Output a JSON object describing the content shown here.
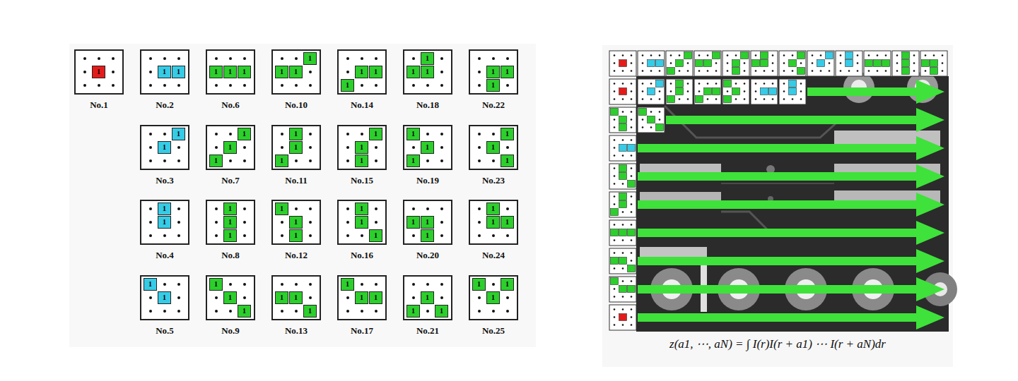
{
  "diagram": {
    "nodes": [
      {
        "text": [
          "1",
          "No.1"
        ]
      },
      {
        "text": [
          "1",
          "1",
          "No.2"
        ]
      },
      {
        "text": [
          "1",
          "1",
          "1",
          "No.6"
        ]
      },
      {
        "text": [
          "1",
          "1",
          "1",
          "No.10"
        ]
      },
      {
        "text": [
          "1",
          "1",
          "1",
          "No.14"
        ]
      },
      {
        "text": [
          "1",
          "1",
          "1",
          "No.18"
        ]
      },
      {
        "text": [
          "1",
          "1",
          "1",
          "No.22"
        ]
      },
      {
        "text": [
          "1",
          "1",
          "No.3"
        ]
      },
      {
        "text": [
          "1",
          "1",
          "1",
          "No.7"
        ]
      },
      {
        "text": [
          "1",
          "1",
          "1",
          "No.11"
        ]
      },
      {
        "text": [
          "1",
          "1",
          "1",
          "No.15"
        ]
      },
      {
        "text": [
          "1",
          "1",
          "1",
          "No.19"
        ]
      },
      {
        "text": [
          "1",
          "1",
          "1",
          "No.23"
        ]
      },
      {
        "text": [
          "1",
          "1",
          "No.4"
        ]
      },
      {
        "text": [
          "1",
          "1",
          "1",
          "No.8"
        ]
      },
      {
        "text": [
          "1",
          "1",
          "1",
          "No.12"
        ]
      },
      {
        "text": [
          "1",
          "1",
          "1",
          "No.16"
        ]
      },
      {
        "text": [
          "1",
          "1",
          "1",
          "No.20"
        ]
      },
      {
        "text": [
          "1",
          "1",
          "1",
          "No.24"
        ]
      },
      {
        "text": [
          "1",
          "1",
          "No.5"
        ]
      },
      {
        "text": [
          "1",
          "1",
          "1",
          "No.9"
        ]
      },
      {
        "text": [
          "1",
          "1",
          "1",
          "No.13"
        ]
      },
      {
        "text": [
          "1",
          "1",
          "1",
          "No.17"
        ]
      },
      {
        "text": [
          "1",
          "1",
          "1",
          "No.21"
        ]
      },
      {
        "text": [
          "1",
          "1",
          "1",
          "No.25"
        ]
      }
    ],
    "labels": [
      "z(a1, ⋯, aN) = ∫ I(r)I(r + a1) ⋯ I(r + aN)dr"
    ]
  }
}
